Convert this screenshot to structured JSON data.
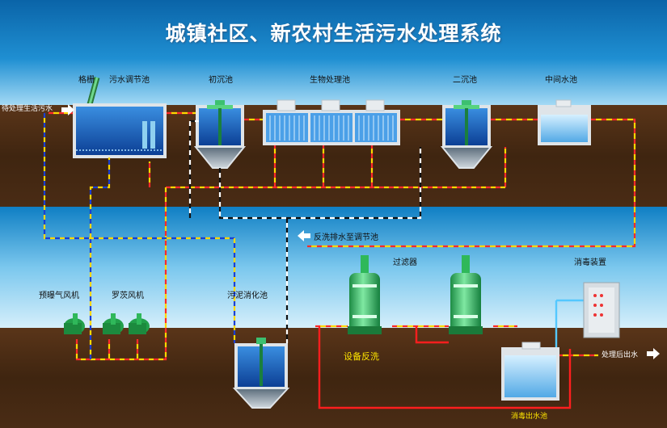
{
  "title": "城镇社区、新农村生活污水处理系统",
  "labels": {
    "screen": "格栅",
    "equalization_tank": "污水调节池",
    "primary_clarifier": "初沉池",
    "bio_tank": "生物处理池",
    "secondary_clarifier": "二沉池",
    "intermediate_tank": "中间水池",
    "inlet": "待处理生活污水",
    "backwash_return": "反洗排水至调节池",
    "filter": "过滤器",
    "disinfection_device": "消毒装置",
    "pre_aeration_blower": "预曝气风机",
    "roots_blower": "罗茨风机",
    "sludge_digestion_tank": "污泥消化池",
    "equipment_backwash": "设备反洗",
    "outlet": "处理后出水",
    "disinfected_water_tank": "消毒出水池"
  },
  "colors": {
    "sky": "#0e6fb3",
    "soil": "#4a2c17",
    "water": "#1a66c8",
    "tank_green": "#3cc070",
    "backwash_red": "#ff2a2a",
    "label_yellow": "#ffe600"
  }
}
